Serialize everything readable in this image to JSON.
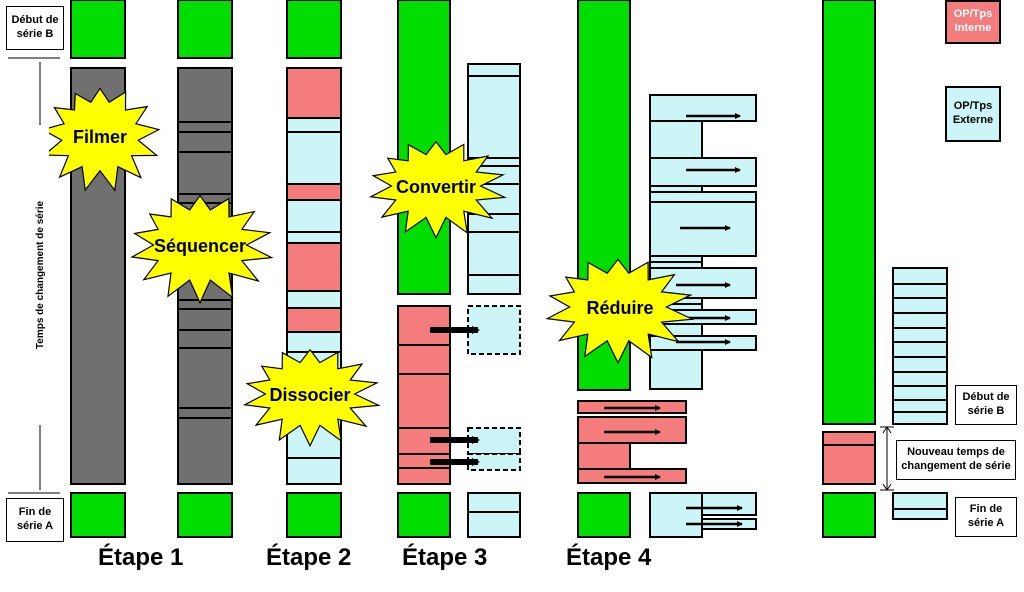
{
  "labels": {
    "debut_b": "Début de série B",
    "fin_a": "Fin de série A",
    "temps": "Temps de changement de série",
    "nouveau": "Nouveau temps de changement de série",
    "debut_b_right": "Début de série B",
    "fin_a_right": "Fin de série A"
  },
  "legend": {
    "interne": "OP/Tps Interne",
    "externe": "OP/Tps Externe"
  },
  "steps": {
    "s1": "Étape 1",
    "s2": "Étape 2",
    "s3": "Étape 3",
    "s4": "Étape 4"
  },
  "bursts": {
    "filmer": "Filmer",
    "sequencer": "Séquencer",
    "dissocier": "Dissocier",
    "convertir": "Convertir",
    "reduire": "Réduire"
  },
  "colors": {
    "green": "#00dd00",
    "gray": "#707070",
    "red": "#f47c7c",
    "cyan": "#ccf5f8",
    "burst": "#ffff00"
  }
}
